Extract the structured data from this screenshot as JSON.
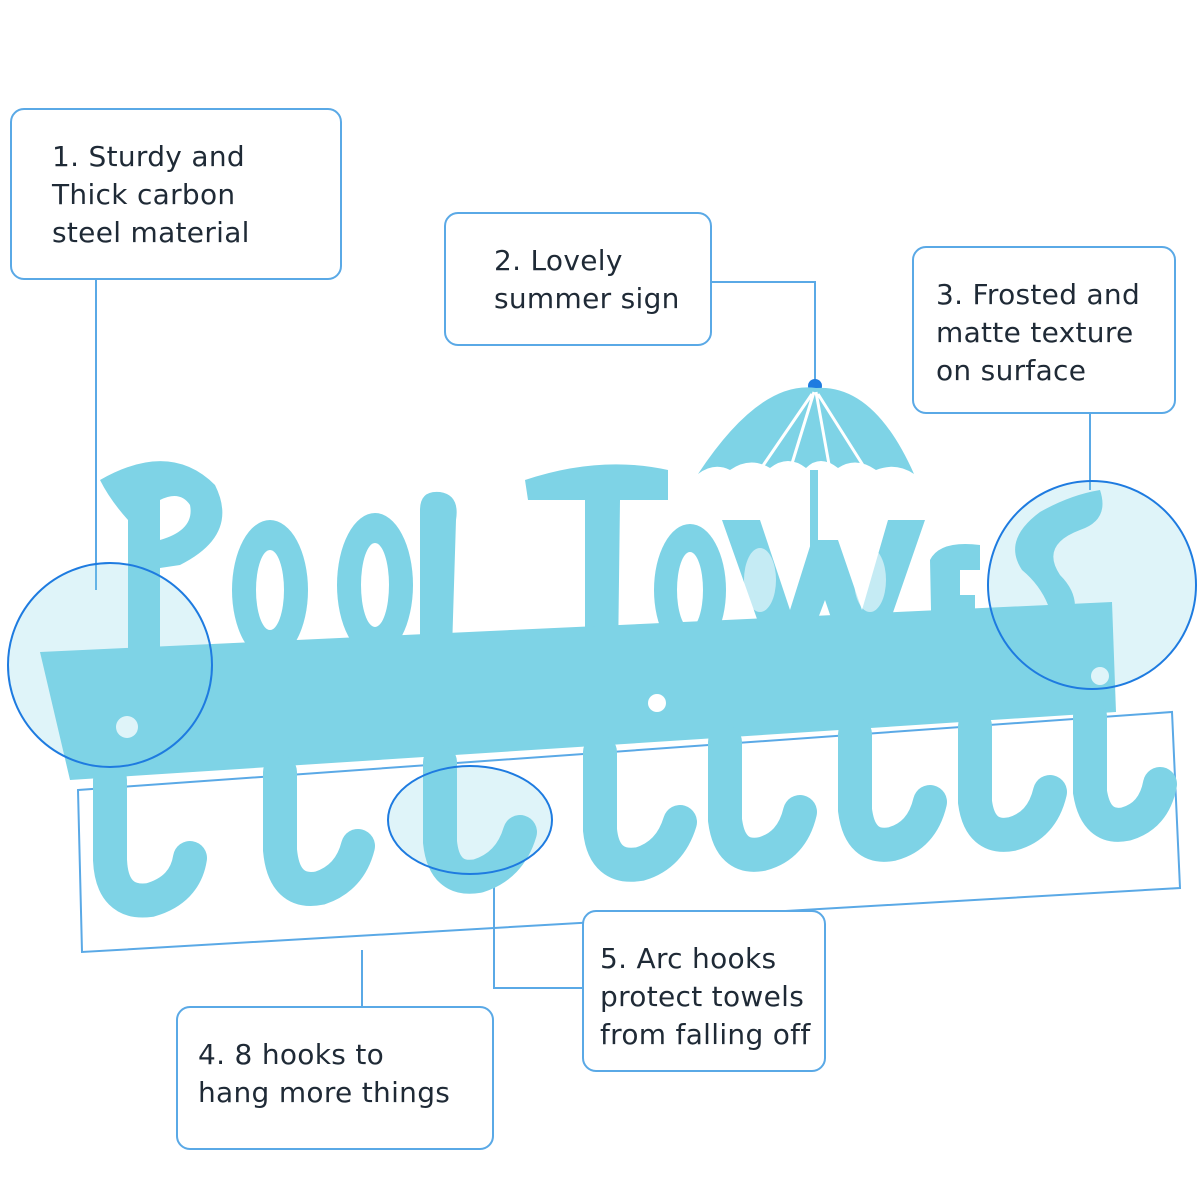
{
  "product": {
    "sign_text": "POOL TOWELS",
    "color": "#7ed3e6",
    "hook_count": 8
  },
  "callouts": [
    {
      "id": "material",
      "lines": [
        "1. Sturdy and",
        "Thick carbon",
        "steel material"
      ]
    },
    {
      "id": "sign",
      "lines": [
        "2. Lovely",
        "summer sign"
      ]
    },
    {
      "id": "texture",
      "lines": [
        "3. Frosted and",
        "matte texture",
        "on surface"
      ]
    },
    {
      "id": "hooks",
      "lines": [
        "4. 8 hooks to",
        "hang more things"
      ]
    },
    {
      "id": "arc",
      "lines": [
        "5. Arc hooks",
        "protect towels",
        "from falling off"
      ]
    }
  ],
  "colors": {
    "accent_line": "#5aa9e6",
    "dot": "#1e7be0",
    "text": "#1f2a36",
    "product": "#7ed3e6",
    "product_shade": "#5fbdd3"
  }
}
